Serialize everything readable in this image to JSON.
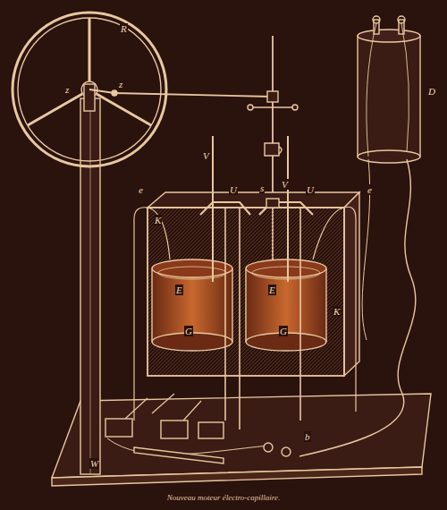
{
  "diagram": {
    "caption": "Nouveau moteur électro-capillaire.",
    "labels": [
      "R",
      "z",
      "z",
      "D",
      "s",
      "V",
      "U",
      "V",
      "U",
      "e",
      "e",
      "K",
      "K",
      "G",
      "G",
      "E",
      "E",
      "W",
      "b"
    ]
  }
}
